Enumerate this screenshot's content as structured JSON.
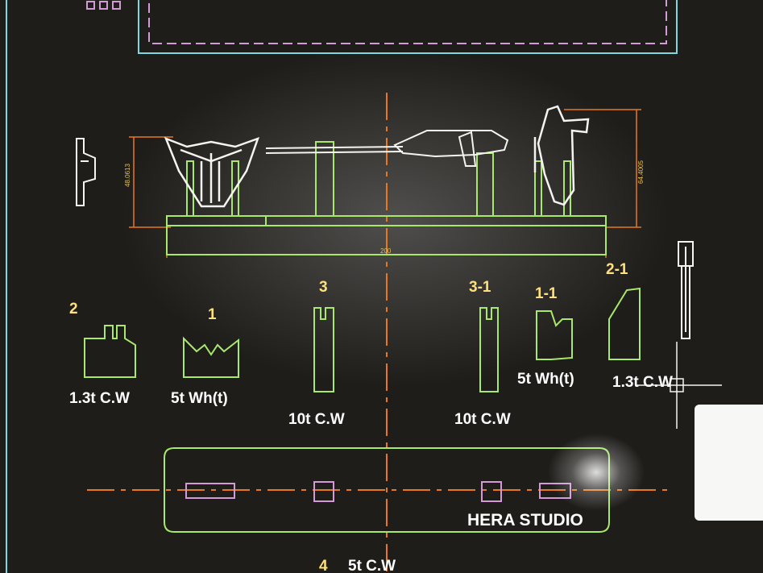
{
  "colors": {
    "screen": "#1e1d1a",
    "outline_green": "#a8e86a",
    "outline_white": "#f4f4f0",
    "dimension_orange": "#e8781e",
    "label_white": "#ffffff",
    "label_yellow": "#ffe07a",
    "frame_cyan": "#7fd8e0",
    "frame_pink": "#d49ad8"
  },
  "labels": {
    "part_2_number": "2",
    "part_2_caption": "1.3t C.W",
    "part_1_number": "1",
    "part_1_caption": "5t Wh(t)",
    "part_3_number": "3",
    "part_3_caption": "10t C.W",
    "part_3_1_number": "3-1",
    "part_3_1_caption": "10t C.W",
    "part_1_1_number": "1-1",
    "part_1_1_caption": "5t Wh(t)",
    "part_2_1_number": "2-1",
    "part_2_1_caption": "1.3t C.W",
    "base_number": "4",
    "base_caption": "5t C.W",
    "studio_watermark": "HERA STUDIO",
    "dim_left_height": "48.0613",
    "dim_right_height": "64.4005",
    "dim_width": "200"
  }
}
